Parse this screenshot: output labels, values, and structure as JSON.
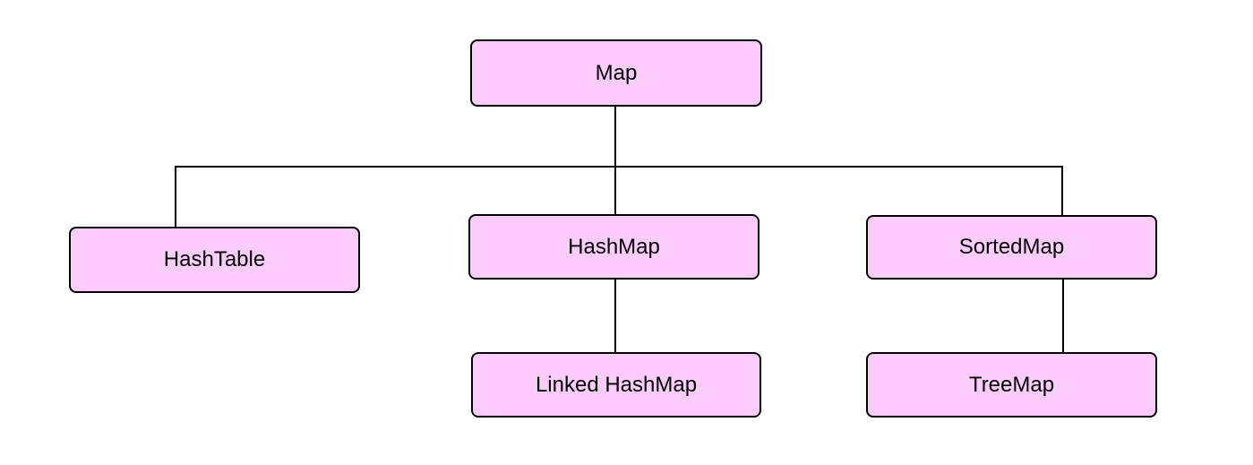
{
  "diagram": {
    "type": "tree",
    "nodes": [
      {
        "id": "map",
        "label": "Map"
      },
      {
        "id": "hashtable",
        "label": "HashTable"
      },
      {
        "id": "hashmap",
        "label": "HashMap"
      },
      {
        "id": "sortedmap",
        "label": "SortedMap"
      },
      {
        "id": "linkedhashmap",
        "label": "Linked HashMap"
      },
      {
        "id": "treemap",
        "label": "TreeMap"
      }
    ],
    "edges": [
      {
        "from": "Map",
        "to": "HashTable"
      },
      {
        "from": "Map",
        "to": "HashMap"
      },
      {
        "from": "Map",
        "to": "SortedMap"
      },
      {
        "from": "HashMap",
        "to": "Linked HashMap"
      },
      {
        "from": "SortedMap",
        "to": "TreeMap"
      }
    ],
    "colors": {
      "node_fill": "#FCCCFC",
      "node_border": "#000000",
      "line": "#000000",
      "background": "#FFFFFF",
      "text": "#000000"
    }
  }
}
